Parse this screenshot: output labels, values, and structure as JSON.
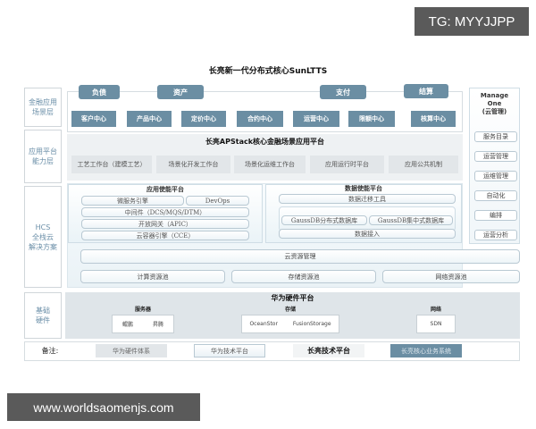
{
  "watermarks": {
    "top": "TG: MYYJJPP",
    "bottom": "www.worldsaomenjs.com"
  },
  "diagram": {
    "title": "长亮新一代分布式核心SunLTTS",
    "layers": {
      "scene": "金融应用\n场景层",
      "platform": "应用平台\n能力层",
      "hcs": "HCS\n全栈云\n解决方案",
      "hardware": "基础\n硬件"
    },
    "scene_tabs": [
      "负债",
      "资产",
      "支付",
      "结算"
    ],
    "scene_centers": [
      "客户中心",
      "产品中心",
      "定价中心",
      "合约中心",
      "运营中心",
      "限额中心",
      "核算中心"
    ],
    "apstack": {
      "title": "长亮APStack核心金融场景应用平台",
      "items": [
        "工艺工作台（建模工艺）",
        "场景化开发工作台",
        "场景化运维工作台",
        "应用运行时平台",
        "应用公共机制"
      ]
    },
    "app_enable": {
      "title": "应用使能平台",
      "microservice": "微服务引擎",
      "devops": "DevOps",
      "middleware": "中间件（DCS/MQS/DTM）",
      "gateway": "开放网关（APIC）",
      "container": "云容器引擎（CCE）"
    },
    "data_enable": {
      "title": "数据使能平台",
      "migration": "数据迁移工具",
      "gauss_dist": "GaussDB分布式数据库",
      "gauss_central": "GaussDB集中式数据库",
      "access": "数据接入"
    },
    "cloud_resource": {
      "manage": "云资源管理",
      "pools": [
        "计算资源池",
        "存储资源池",
        "网络资源池"
      ]
    },
    "manage_one": {
      "title": "Manage\nOne\n(云管理)",
      "items": [
        "服务目录",
        "运营管理",
        "运维管理",
        "自动化",
        "编排",
        "运营分析"
      ]
    },
    "hardware": {
      "title": "华为硬件平台",
      "groups": [
        {
          "title": "服务器",
          "items": [
            "鲲鹏",
            "昇腾"
          ]
        },
        {
          "title": "存储",
          "items": [
            "OceanStor",
            "FusionStorage"
          ]
        },
        {
          "title": "网络",
          "items": [
            "SDN"
          ]
        }
      ]
    },
    "legend": {
      "label": "备注:",
      "items": [
        "华为硬件体系",
        "华为技术平台",
        "长亮技术平台",
        "长亮核心业务系统"
      ]
    }
  },
  "colors": {
    "accent_blue": "#6b8ea3",
    "gray_cell": "#e2e6e9",
    "hardware_bg": "#dfe5e9",
    "layer_label": "#6b8fa8"
  }
}
